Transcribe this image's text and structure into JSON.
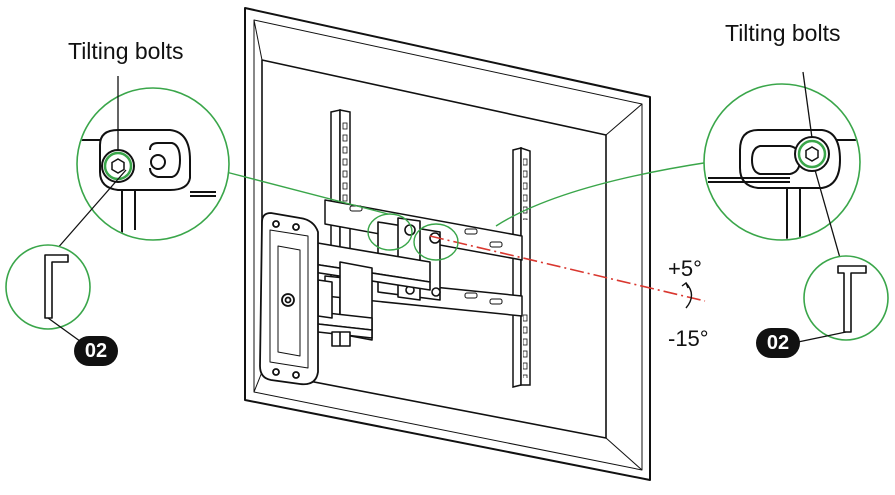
{
  "labels": {
    "left_title": "Tilting bolts",
    "right_title": "Tilting bolts",
    "tilt_up": "+5°",
    "tilt_down": "-15°",
    "left_badge": "02",
    "right_badge": "02"
  },
  "colors": {
    "callout": "#3aa64a",
    "axis": "#d9372f",
    "ink": "#111111"
  },
  "icons": {
    "tool": "hex-key-icon",
    "bolt": "hex-bolt-icon"
  }
}
